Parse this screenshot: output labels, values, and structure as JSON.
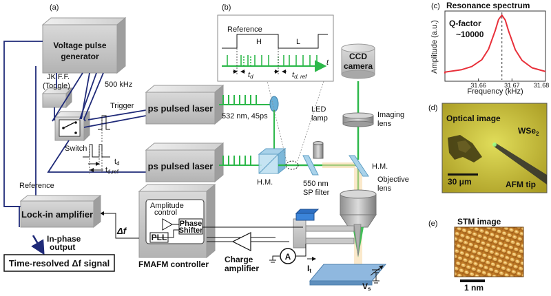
{
  "panels": {
    "a": "(a)",
    "b": "(b)",
    "c": "(c)",
    "d": "(d)",
    "e": "(e)"
  },
  "boxes": {
    "voltage_gen_line1": "Voltage pulse",
    "voltage_gen_line2": "generator",
    "laser1": "ps pulsed laser",
    "laser2": "ps pulsed laser",
    "lockin": "Lock-in amplifier",
    "fmafm": "FMAFM controller",
    "pll": "PLL",
    "phase_line1": "Phase",
    "phase_line2": "Shifter",
    "amp_control_line1": "Amplitude",
    "amp_control_line2": "control",
    "ccd_line1": "CCD",
    "ccd_line2": "camera",
    "signal": "Time-resolved Δf signal"
  },
  "labels": {
    "jkff_line1": "JK F.F.",
    "jkff_line2": "(Toggle)",
    "freq_500": "500 kHz",
    "trigger": "Trigger",
    "switch": "Switch",
    "td": "t",
    "td_sub": "d",
    "tdref": "t",
    "tdref_sub": "d,ref",
    "laser_spec": "532 nm, 45ps",
    "reference": "Reference",
    "inphase_line1": "In-phase",
    "inphase_line2": "output",
    "delta_f": "Δf",
    "charge_line1": "Charge",
    "charge_line2": "amplifier",
    "ammeter": "A",
    "it": "I",
    "it_sub": "t",
    "vs": "V",
    "vs_sub": "s",
    "hm1": "H.M.",
    "hm2": "H.M.",
    "sp_line1": "550 nm",
    "sp_line2": "SP filter",
    "led_line1": "LED",
    "led_line2": "lamp",
    "imaging_line1": "Imaging",
    "imaging_line2": "lens",
    "objective_line1": "Objective",
    "objective_line2": "lens"
  },
  "timing": {
    "reference": "Reference",
    "h": "H",
    "l": "L",
    "t": "t",
    "td": "t",
    "td_sub": "d",
    "tdref": "t",
    "tdref_sub": "d, ref"
  },
  "resonance": {
    "title": "Resonance spectrum",
    "qfactor_line1": "Q-factor",
    "qfactor_line2": "~10000",
    "xlabel": "Frequency (kHz)",
    "ylabel": "Amplitude (a.u.)"
  },
  "optical": {
    "title": "Optical image",
    "material": "WSe",
    "material_sub": "2",
    "scalebar": "30 μm",
    "tip": "AFM tip"
  },
  "stm": {
    "title": "STM image",
    "scalebar": "1 nm"
  },
  "chart_data": {
    "type": "line",
    "title": "Resonance spectrum",
    "xlabel": "Frequency (kHz)",
    "ylabel": "Amplitude (a.u.)",
    "xlim": [
      31.65,
      31.68
    ],
    "x_ticks": [
      31.66,
      31.67,
      31.68
    ],
    "peak_x": 31.667,
    "series": [
      {
        "color": "#e8303a",
        "x": [
          31.645,
          31.65,
          31.655,
          31.658,
          31.661,
          31.663,
          31.665,
          31.666,
          31.667,
          31.668,
          31.669,
          31.671,
          31.673,
          31.676,
          31.68
        ],
        "values": [
          0.06,
          0.08,
          0.12,
          0.17,
          0.28,
          0.45,
          0.75,
          0.93,
          1.0,
          0.92,
          0.74,
          0.44,
          0.27,
          0.15,
          0.09
        ]
      }
    ]
  },
  "colors": {
    "beam": "#2db84a",
    "wire": "#1f2a78",
    "curve": "#e8303a",
    "optical_bg": "#c9c235",
    "stm_bg": "#b8741f"
  }
}
